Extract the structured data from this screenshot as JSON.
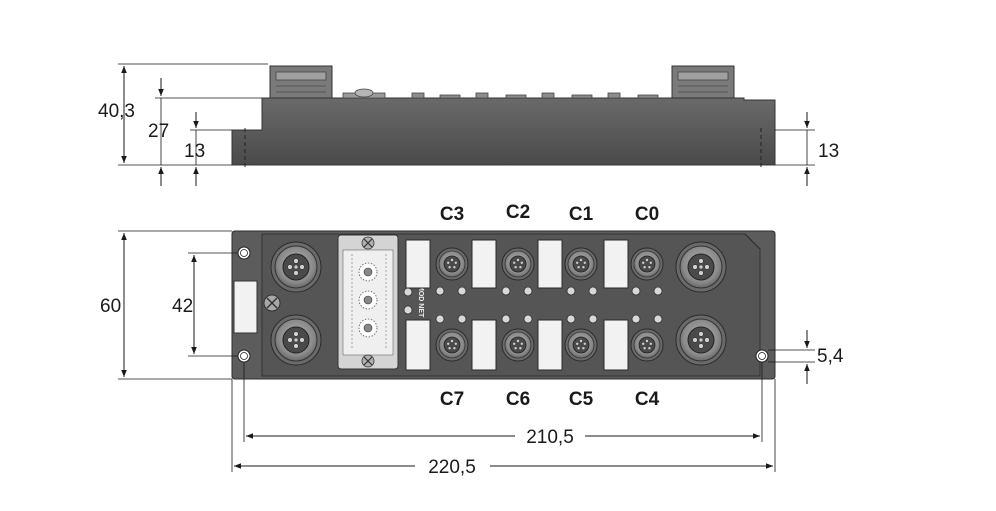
{
  "side_view": {
    "dims": {
      "height_total": "40,3",
      "height_mid": "27",
      "height_base_left": "13",
      "height_base_right": "13"
    }
  },
  "top_view": {
    "dims": {
      "height": "60",
      "hole_spacing_v": "42",
      "hole_dia": "5,4",
      "hole_spacing_h": "210,5",
      "length_total": "220,5"
    },
    "channels_top": [
      "C3",
      "C2",
      "C1",
      "C0"
    ],
    "channels_bottom": [
      "C7",
      "C6",
      "C5",
      "C4"
    ],
    "switch_label": "MOD NET"
  },
  "colors": {
    "housing": "#5c5c5c",
    "housing_dark": "#444444",
    "connector": "#8a8a8a",
    "led": "#d8d8d8",
    "label_window": "#f2f2f2"
  }
}
